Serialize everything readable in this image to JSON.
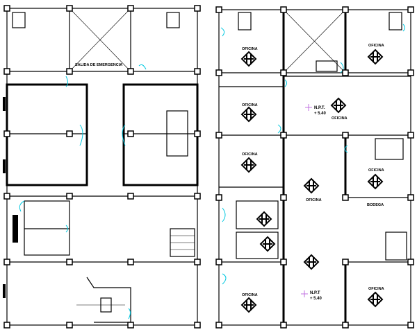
{
  "plan_left": {
    "emergency_exit_label": "SALIDA DE EMERGENCIA"
  },
  "plan_right": {
    "office_label": "OFICINA",
    "storage_label": "BODEGA",
    "level_marks": [
      {
        "name": "N.P.T.",
        "value": "+ 5.40"
      },
      {
        "name": "N.P.T",
        "value": "+ 5.40"
      }
    ]
  },
  "colors": {
    "lines": "#000000",
    "doors": "#00c8e0",
    "level_marker": "#c070e0"
  }
}
